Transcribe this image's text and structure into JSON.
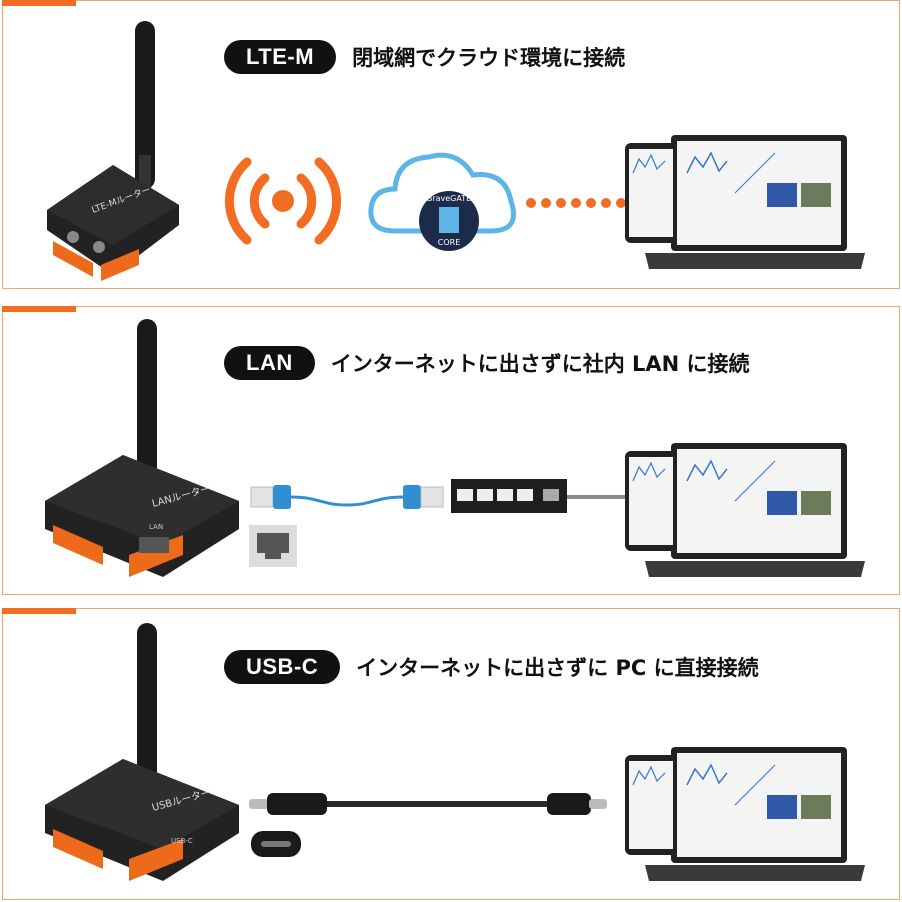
{
  "panels": [
    {
      "tag": "LTE-M",
      "caption": "閉域網でクラウド環境に接続",
      "device_label": "LTE-Mルーター",
      "cloud_label_top": "BraveGATE",
      "cloud_label_bottom": "CORE"
    },
    {
      "tag": "LAN",
      "caption": "インターネットに出さずに社内 LAN に接続",
      "device_label": "LANルーター",
      "port_label": "LAN"
    },
    {
      "tag": "USB-C",
      "caption": "インターネットに出さずに PC に直接接続",
      "device_label": "USBルーター",
      "port_label": "USB-C"
    }
  ],
  "colors": {
    "accent": "#f26d21",
    "border": "#f5a56a",
    "cable_blue": "#2f8fd0",
    "device_orange": "#ee6a1b"
  }
}
